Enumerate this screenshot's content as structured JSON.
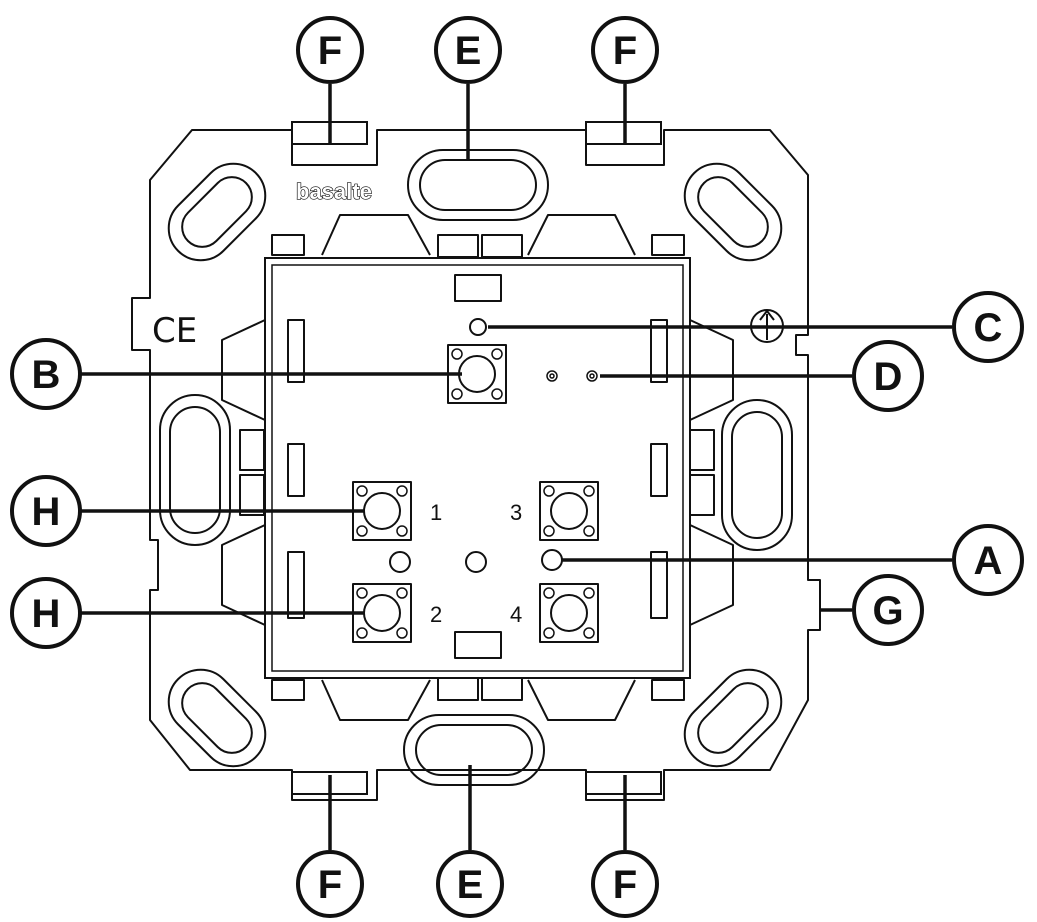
{
  "brand": {
    "text": "basalte"
  },
  "marks": {
    "ce": "CE"
  },
  "callouts": {
    "A": "A",
    "B": "B",
    "C": "C",
    "D": "D",
    "E_top": "E",
    "E_bottom": "E",
    "F_top_left": "F",
    "F_top_right": "F",
    "F_bottom_left": "F",
    "F_bottom_right": "F",
    "G": "G",
    "H_upper": "H",
    "H_lower": "H"
  },
  "button_numbers": {
    "b1": "1",
    "b2": "2",
    "b3": "3",
    "b4": "4"
  },
  "colors": {
    "line": "#111111",
    "background": "#ffffff"
  }
}
